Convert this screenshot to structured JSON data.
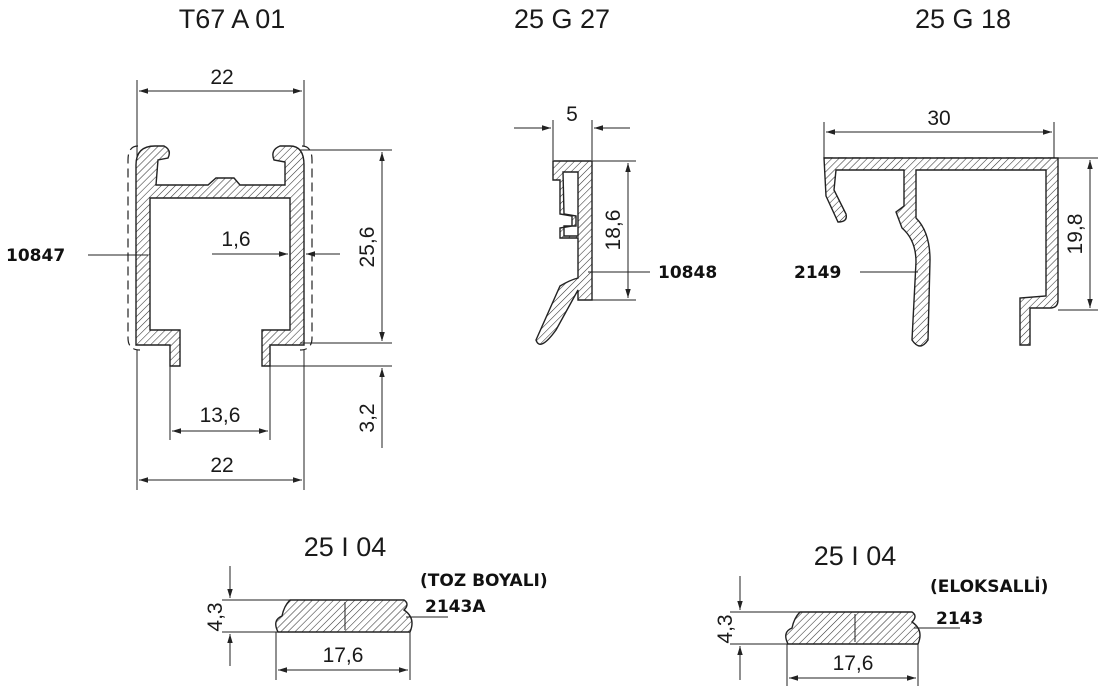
{
  "profiles": {
    "p1": {
      "title": "T67 A 01",
      "code": "10847",
      "dim_top": "22",
      "dim_bottom": "22",
      "dim_height": "25,6",
      "dim_wall": "1,6",
      "dim_gap": "13,6",
      "dim_foot": "3,2"
    },
    "p2": {
      "title": "25 G 27",
      "code": "10848",
      "dim_top": "5",
      "dim_height": "18,6"
    },
    "p3": {
      "title": "25 G 18",
      "code": "2149",
      "dim_top": "30",
      "dim_height": "19,8"
    },
    "p4": {
      "title": "25 I 04",
      "code": "2143A",
      "note": "(TOZ BOYALI)",
      "dim_height": "4,3",
      "dim_width": "17,6"
    },
    "p5": {
      "title": "25 I 04",
      "code": "2143",
      "note": "(ELOKSALLİ)",
      "dim_height": "4,3",
      "dim_width": "17,6"
    }
  }
}
